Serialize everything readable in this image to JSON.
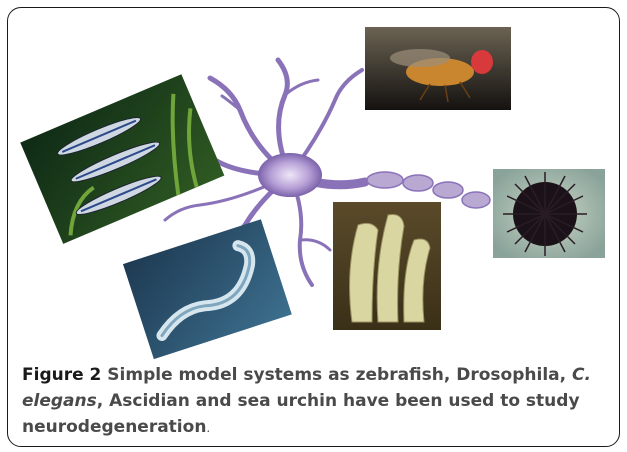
{
  "figure": {
    "label": "Figure 2",
    "caption_part1": "Simple model systems as zebrafish, Drosophila, ",
    "caption_italic1": "C. elegans",
    "caption_part2": ", Ascidian and sea urchin have been used to study neurodegeneration",
    "caption_end": "."
  },
  "images": {
    "zebrafish": "zebrafish-photo",
    "fly": "drosophila-photo",
    "worm": "c-elegans-photo",
    "ascidian": "ascidian-photo",
    "urchin": "sea-urchin-photo",
    "neuron": "neuron-illustration"
  },
  "colors": {
    "neuron": "#8a72b8",
    "caption_text": "#4a4a4a",
    "label": "#1a1a1a"
  }
}
